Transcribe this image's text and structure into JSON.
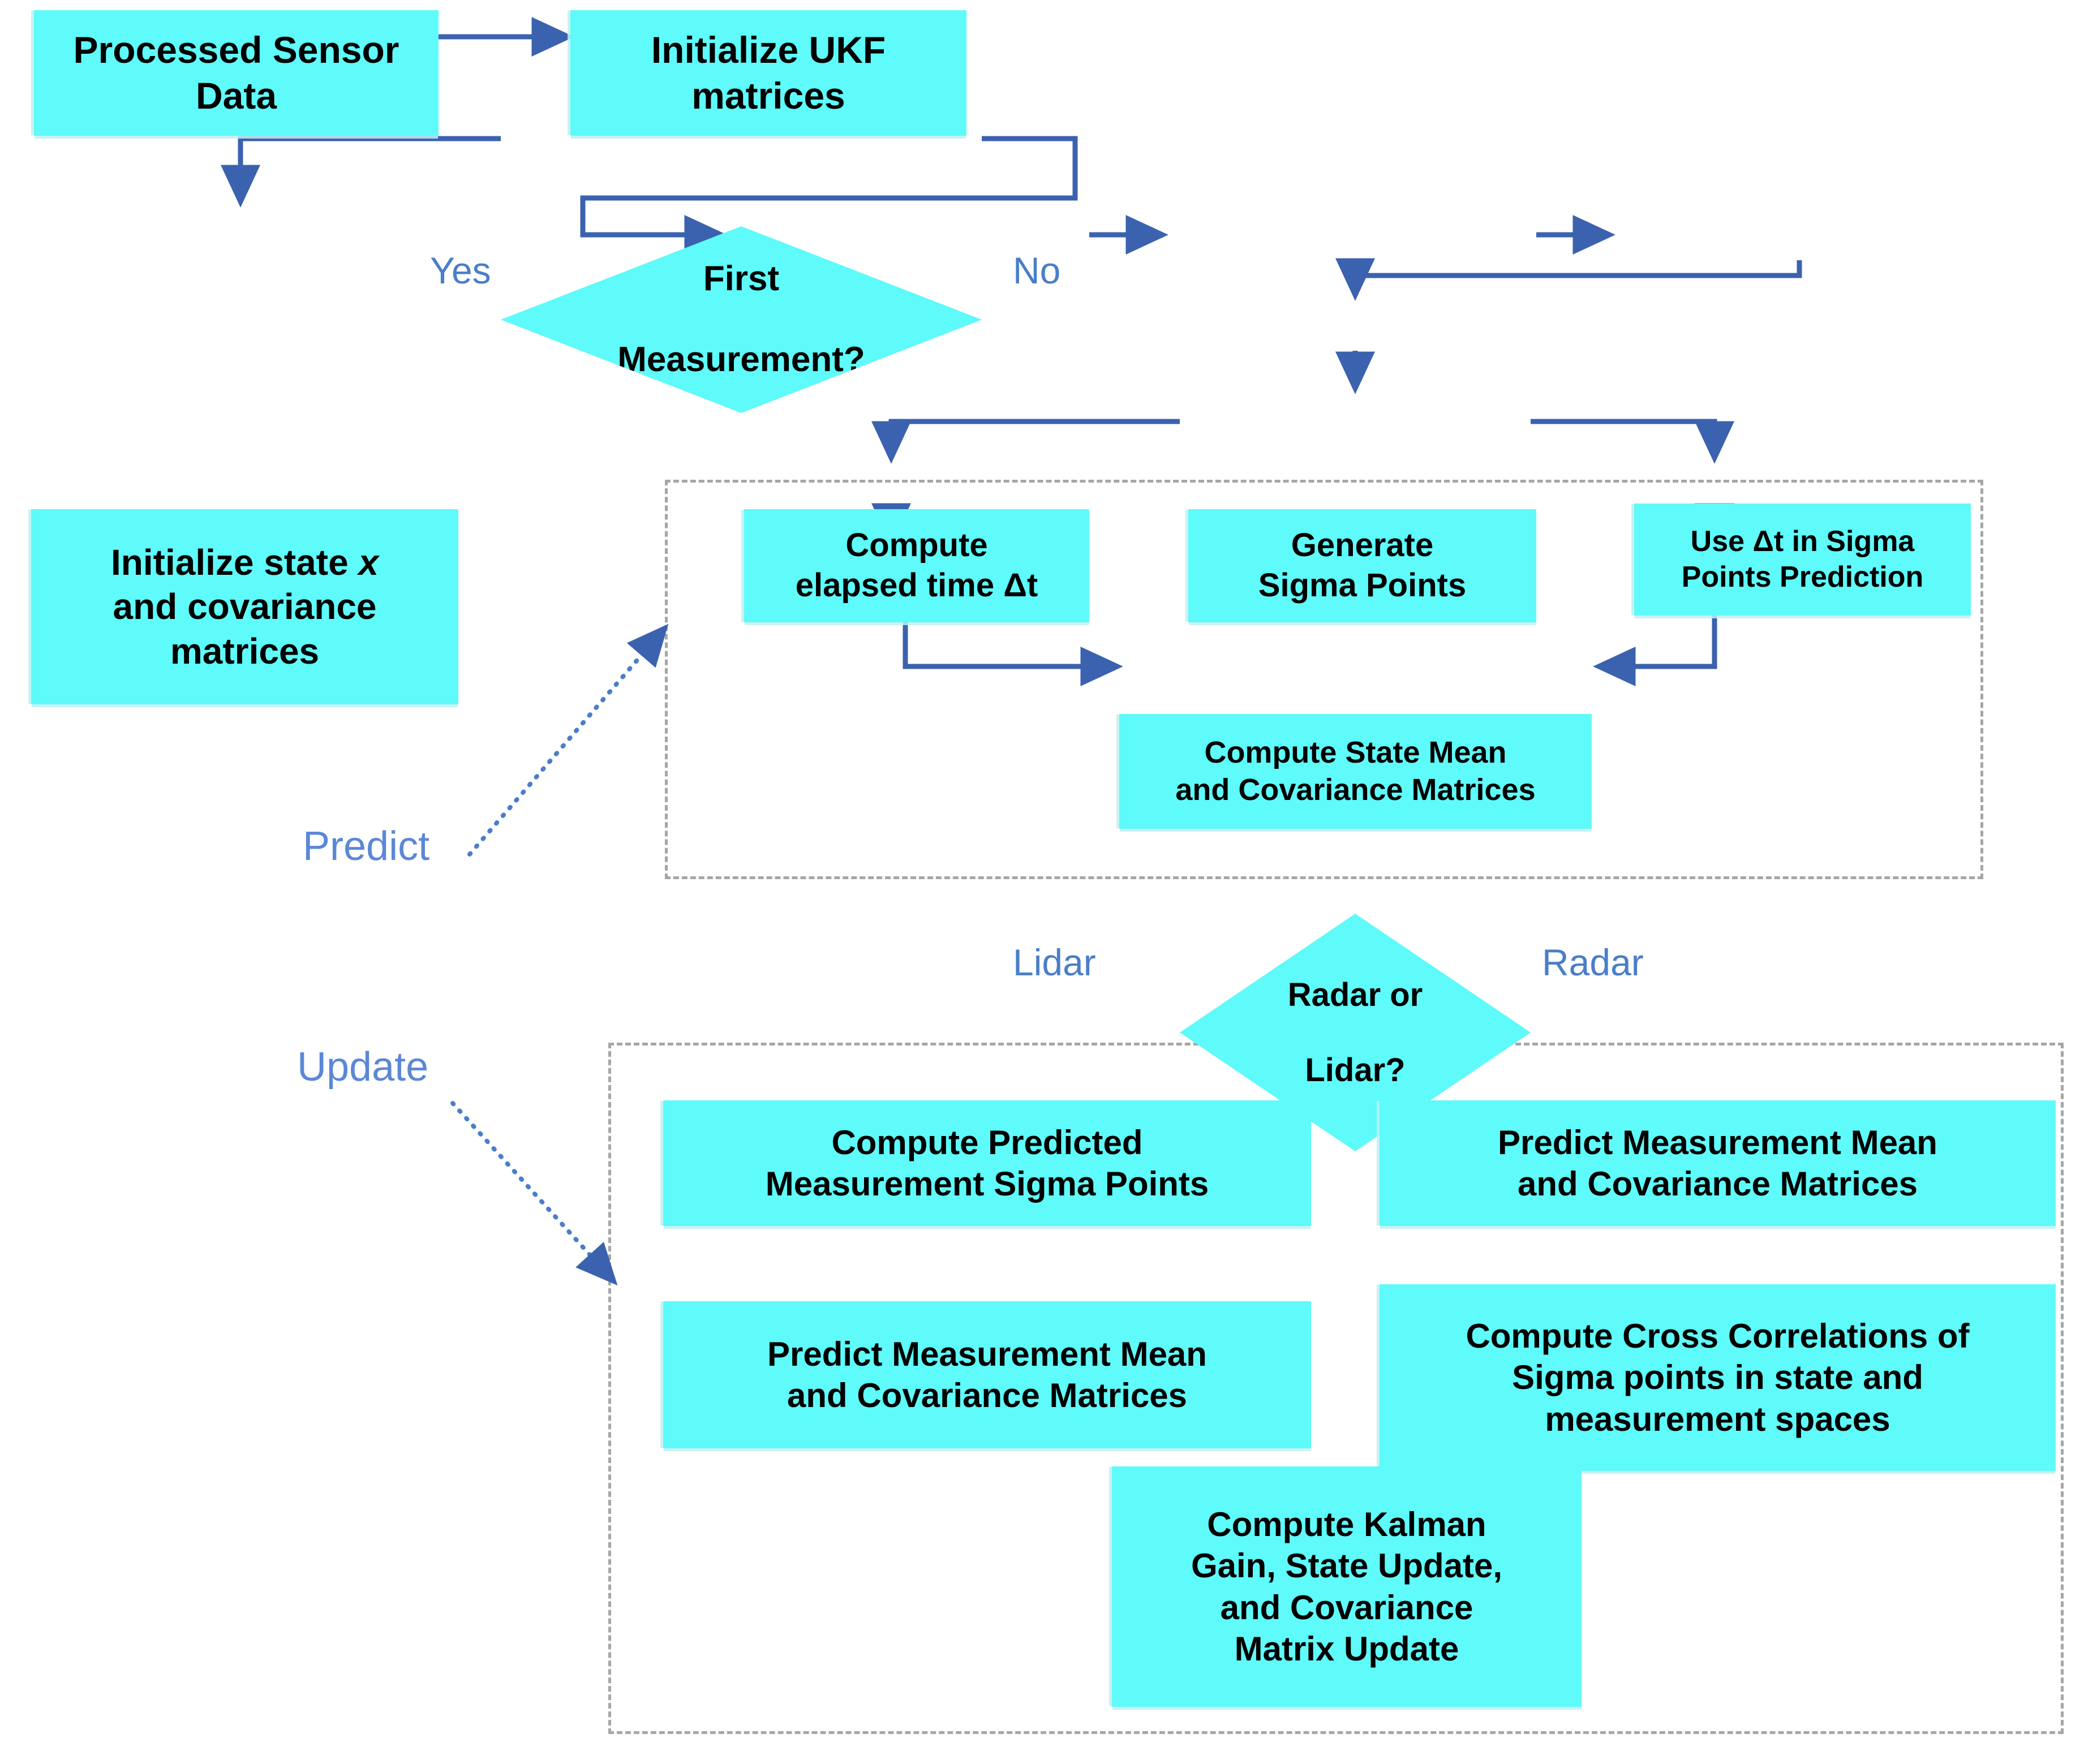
{
  "diagram": {
    "title": "Unscented Kalman Filter (UKF) processing flow",
    "colors": {
      "node_fill": "#5FFAFA",
      "node_shadow": "#BEF0F0",
      "arrow": "#3B62AF",
      "edge_label": "#4A7EC8",
      "group_label": "#5B87D6",
      "group_border": "#A6A6A6",
      "text": "#000000",
      "background": "#FFFFFF"
    },
    "nodes": {
      "processed_sensor_data": "Processed Sensor Data",
      "initialize_ukf_matrices": "Initialize UKF matrices",
      "first_measurement": "First Measurement?",
      "initialize_state": "Initialize state x and covariance matrices",
      "compute_elapsed_time": "Compute elapsed time Δt",
      "generate_sigma_points": "Generate Sigma Points",
      "use_dt_sigma_prediction": "Use Δt in Sigma Points Prediction",
      "compute_state_mean": "Compute State Mean and Covariance Matrices",
      "radar_or_lidar": "Radar or Lidar?",
      "compute_predicted_meas_sigma": "Compute Predicted Measurement Sigma Points",
      "predict_meas_mean_left": "Predict Measurement Mean and Covariance Matrices",
      "predict_meas_mean_right": "Predict Measurement Mean and Covariance Matrices",
      "compute_cross_correlations": "Compute Cross Correlations of Sigma points in state and measurement spaces",
      "compute_kalman_gain": "Compute Kalman Gain, State Update, and Covariance Matrix Update"
    },
    "node_lines": {
      "processed_sensor_data": [
        "Processed Sensor",
        "Data"
      ],
      "initialize_ukf_matrices": [
        "Initialize UKF",
        "matrices"
      ],
      "first_measurement": [
        "First",
        "Measurement?"
      ],
      "initialize_state": [
        "Initialize state x",
        "and covariance",
        "matrices"
      ],
      "compute_elapsed_time": [
        "Compute",
        "elapsed time Δt"
      ],
      "generate_sigma_points": [
        "Generate",
        "Sigma Points"
      ],
      "use_dt_sigma_prediction": [
        "Use Δt in Sigma",
        "Points Prediction"
      ],
      "compute_state_mean": [
        "Compute State Mean",
        "and Covariance Matrices"
      ],
      "radar_or_lidar": [
        "Radar or",
        "Lidar?"
      ],
      "compute_predicted_meas_sigma": [
        "Compute Predicted",
        "Measurement Sigma Points"
      ],
      "predict_meas_mean_left": [
        "Predict Measurement Mean",
        "and Covariance Matrices"
      ],
      "predict_meas_mean_right": [
        "Predict Measurement Mean",
        "and Covariance Matrices"
      ],
      "compute_cross_correlations": [
        "Compute Cross Correlations of",
        "Sigma points in state and",
        "measurement spaces"
      ],
      "compute_kalman_gain": [
        "Compute Kalman",
        "Gain, State Update,",
        "and Covariance",
        "Matrix Update"
      ]
    },
    "edge_labels": {
      "yes": "Yes",
      "no": "No",
      "lidar": "Lidar",
      "radar": "Radar"
    },
    "group_labels": {
      "predict": "Predict",
      "update": "Update"
    }
  }
}
